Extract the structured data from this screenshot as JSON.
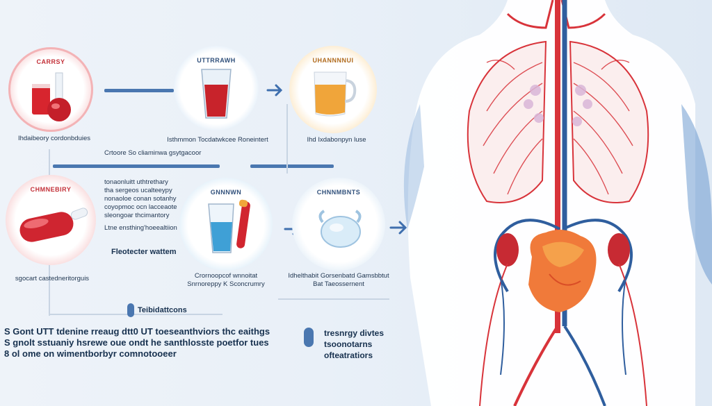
{
  "steps_row1": [
    {
      "title": "CARRSY",
      "caption": "Ihdaibeory cordonbduies"
    },
    {
      "title": "UTTRRAWH",
      "caption": "Isthmmon Tocdatwkcee Roneintert",
      "subcaption": "Crtoore So cliaminwa gsytgacoor"
    },
    {
      "title": "UHANNNNUI",
      "caption": "Ihd Ixdabonpyn luse"
    }
  ],
  "steps_row2": [
    {
      "title": "CHMNEBIRY",
      "caption": "sgocart castedneritorguis"
    },
    {
      "title": "GNNNWN",
      "caption": "Crornoopcof wnnoitat Snrnoreppy K Sconcrumry"
    },
    {
      "title": "CHNNMBNTS",
      "caption": "Idhelthabit Gorsenbatd Gamsbbtut Bat Taeossernent"
    }
  ],
  "side_text": [
    "tonaonluitt uthtrethary",
    "tha sergeos ucalteeypy",
    "nonaoloe conan sotanhy",
    "coyopmoc ocn lacceaote",
    "sleongoar thcimantory",
    "Ltne ensthing'hoeealtiion"
  ],
  "side_heading": "Fleotecter wattem",
  "mid_label": "Teibidattcons",
  "footer_lines": [
    "S Gont UTT tdenine rreaug dtt0 UT toeseanthviors thc eaithgs",
    "S gnolt sstuaniy hsrewe oue ondt he santhlosste poetfor tues",
    "8 ol ome on wimentborbyr comnotooeer"
  ],
  "right_notes": [
    "tresnrgy divtes",
    "tsoonotarns",
    "ofteatratiors"
  ],
  "colors": {
    "artery": "#d8333a",
    "vein": "#2f5e9e",
    "accent_bar": "#4a77b0",
    "liquid_red": "#c8232b",
    "liquid_orange": "#f0a53a",
    "liquid_blue": "#3fa0d6"
  }
}
